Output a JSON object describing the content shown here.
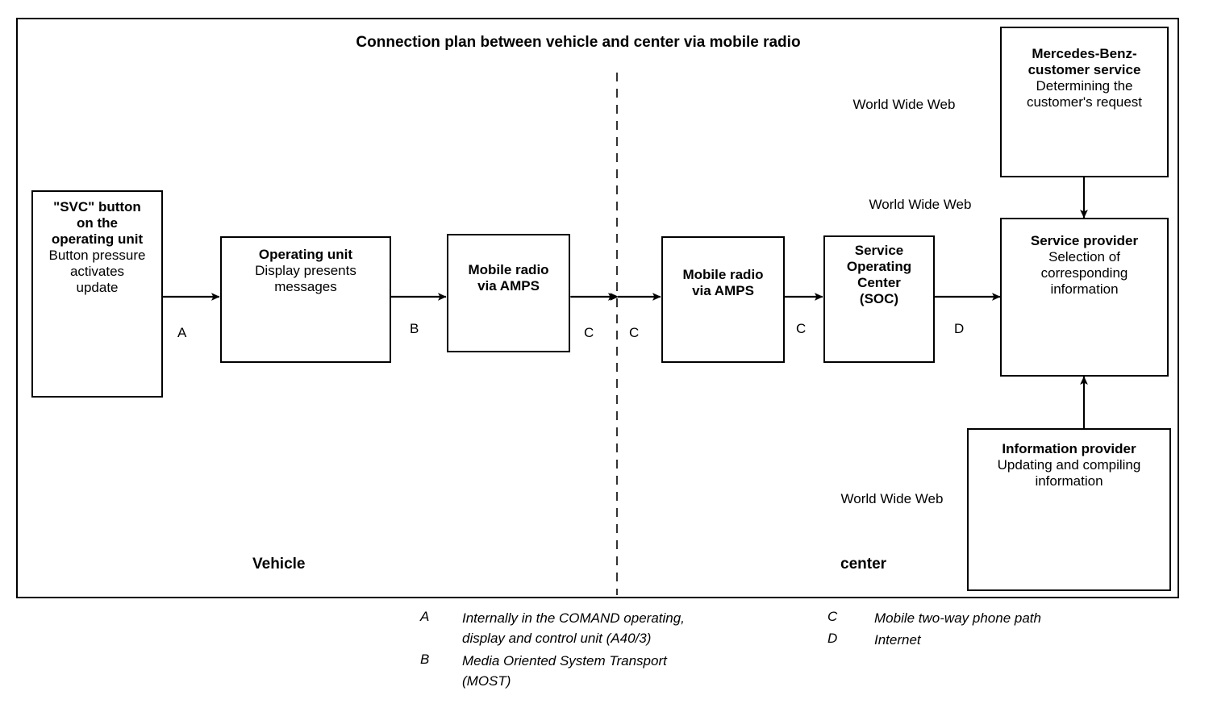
{
  "diagram": {
    "title": "Connection plan between vehicle and center via mobile radio",
    "divider": "dashed-vertical-divider",
    "zones": [
      {
        "id": "vehicle",
        "label": "Vehicle"
      },
      {
        "id": "center",
        "label": "center"
      }
    ],
    "network_labels": [
      {
        "id": "www-top",
        "text": "World Wide Web"
      },
      {
        "id": "www-middle",
        "text": "World Wide Web"
      },
      {
        "id": "www-bottom",
        "text": "World Wide Web"
      }
    ],
    "nodes": [
      {
        "id": "svc-button",
        "heading": "\"SVC\" button\non the\noperating unit",
        "body": "Button pressure\nactivates\nupdate"
      },
      {
        "id": "operating-unit",
        "heading": "Operating unit",
        "body": "Display presents\nmessages"
      },
      {
        "id": "mobile-radio-vehicle",
        "heading": "Mobile radio\nvia AMPS",
        "body": ""
      },
      {
        "id": "mobile-radio-center",
        "heading": "Mobile radio\nvia AMPS",
        "body": ""
      },
      {
        "id": "service-operating-center",
        "heading": "Service\nOperating\nCenter\n(SOC)",
        "body": ""
      },
      {
        "id": "mercedes-benz-customer-service",
        "heading": "Mercedes-Benz-\ncustomer service",
        "body": "Determining the\ncustomer's request"
      },
      {
        "id": "service-provider",
        "heading": "Service provider",
        "body": "Selection of\ncorresponding\ninformation"
      },
      {
        "id": "information-provider",
        "heading": "Information provider",
        "body": "Updating and compiling\ninformation"
      }
    ],
    "edge_labels": [
      {
        "id": "edge-a",
        "letter": "A"
      },
      {
        "id": "edge-b",
        "letter": "B"
      },
      {
        "id": "edge-c-vehicle",
        "letter": "C"
      },
      {
        "id": "edge-c-center",
        "letter": "C"
      },
      {
        "id": "edge-c-soc",
        "letter": "C"
      },
      {
        "id": "edge-d",
        "letter": "D"
      }
    ],
    "legend": [
      {
        "key": "A",
        "text": "Internally in the COMAND operating,\ndisplay and control unit (A40/3)"
      },
      {
        "key": "B",
        "text": "Media Oriented System Transport\n(MOST)"
      },
      {
        "key": "C",
        "text": "Mobile two-way phone path"
      },
      {
        "key": "D",
        "text": "Internet"
      }
    ],
    "colors": {
      "ink": "#000000",
      "paper": "#ffffff"
    }
  }
}
